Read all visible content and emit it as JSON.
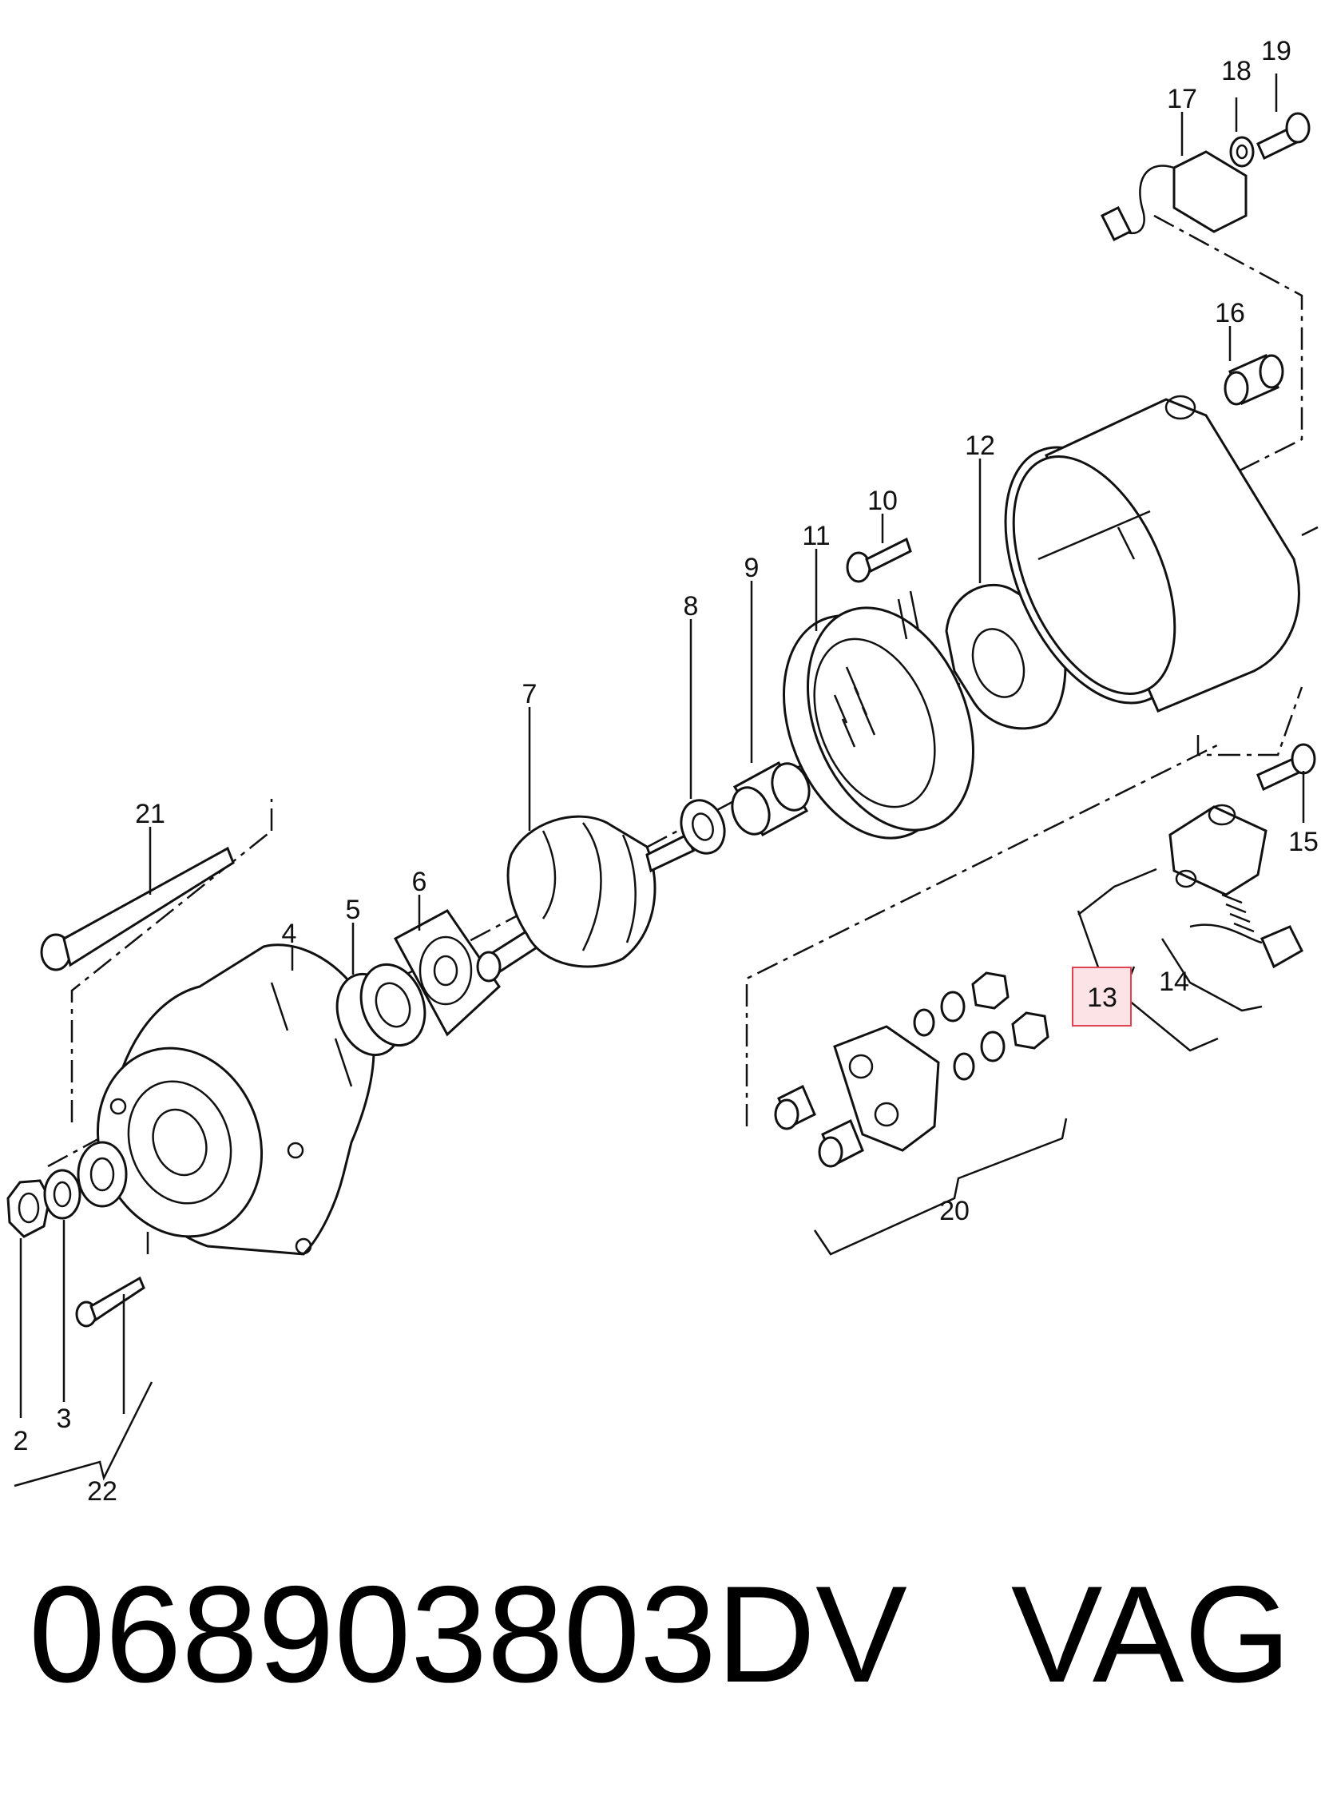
{
  "callouts": {
    "c2": "2",
    "c3": "3",
    "c4": "4",
    "c5": "5",
    "c6": "6",
    "c7": "7",
    "c8": "8",
    "c9": "9",
    "c10": "10",
    "c11": "11",
    "c12": "12",
    "c13": "13",
    "c14": "14",
    "c15": "15",
    "c16": "16",
    "c17": "17",
    "c18": "18",
    "c19": "19",
    "c20": "20",
    "c21": "21",
    "c22": "22"
  },
  "highlighted_callout": "13",
  "highlight_color": "#e0434f",
  "footer": {
    "part_number": "068903803DV",
    "brand": "VAG"
  }
}
